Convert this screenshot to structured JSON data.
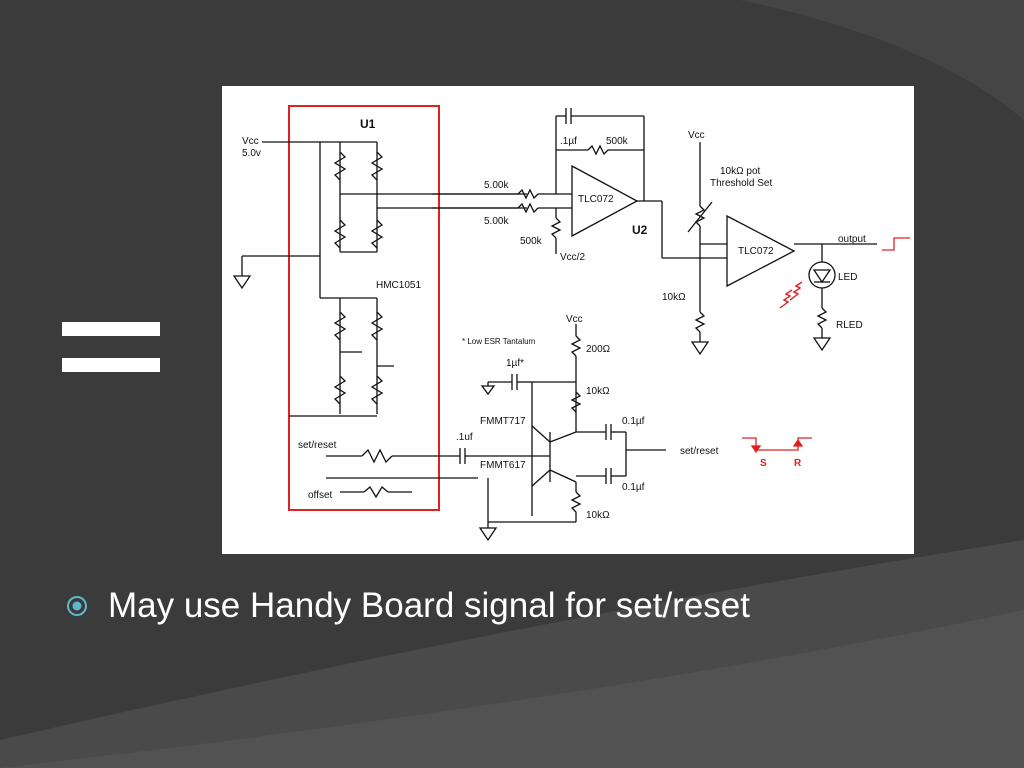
{
  "slide": {
    "bullet_text": "May use Handy Board signal for set/reset",
    "colors": {
      "background": "#3b3b3b",
      "panel": "#ffffff",
      "accent_red": "#e02020",
      "bullet_icon": "#5fb7c9"
    }
  },
  "schematic": {
    "vcc_label": "Vcc",
    "vcc_value": "5.0v",
    "u1_label": "U1",
    "sensor_label": "HMC1051",
    "setreset_in_label": "set/reset",
    "offset_label": "offset",
    "cap_1uf_label": ".1uf",
    "feedback_cap_label": ".1µf",
    "feedback_res_label": "500k",
    "res_in1_label": "5.00k",
    "res_in2_label": "5.00k",
    "res_500k_label": "500k",
    "vcc_half_label": "Vcc/2",
    "opamp1_label": "TLC072",
    "u2_label": "U2",
    "vcc2_label": "Vcc",
    "pot_label_1": "10kΩ pot",
    "pot_label_2": "Threshold Set",
    "opamp2_label": "TLC072",
    "output_label": "output",
    "led_label": "LED",
    "res_10k_label": "10kΩ",
    "rled_label": "RLED",
    "vcc3_label": "Vcc",
    "note_label": "* Low ESR Tantalum",
    "cap_tant_label": "1µf*",
    "res_200_label": "200Ω",
    "res_10k2_label": "10kΩ",
    "q1_label": "FMMT717",
    "q2_label": "FMMT617",
    "cap_01a_label": "0.1µf",
    "cap_01b_label": "0.1µf",
    "setreset_out_label": "set/reset",
    "res_10k3_label": "10kΩ",
    "s_label": "S",
    "r_label": "R"
  }
}
